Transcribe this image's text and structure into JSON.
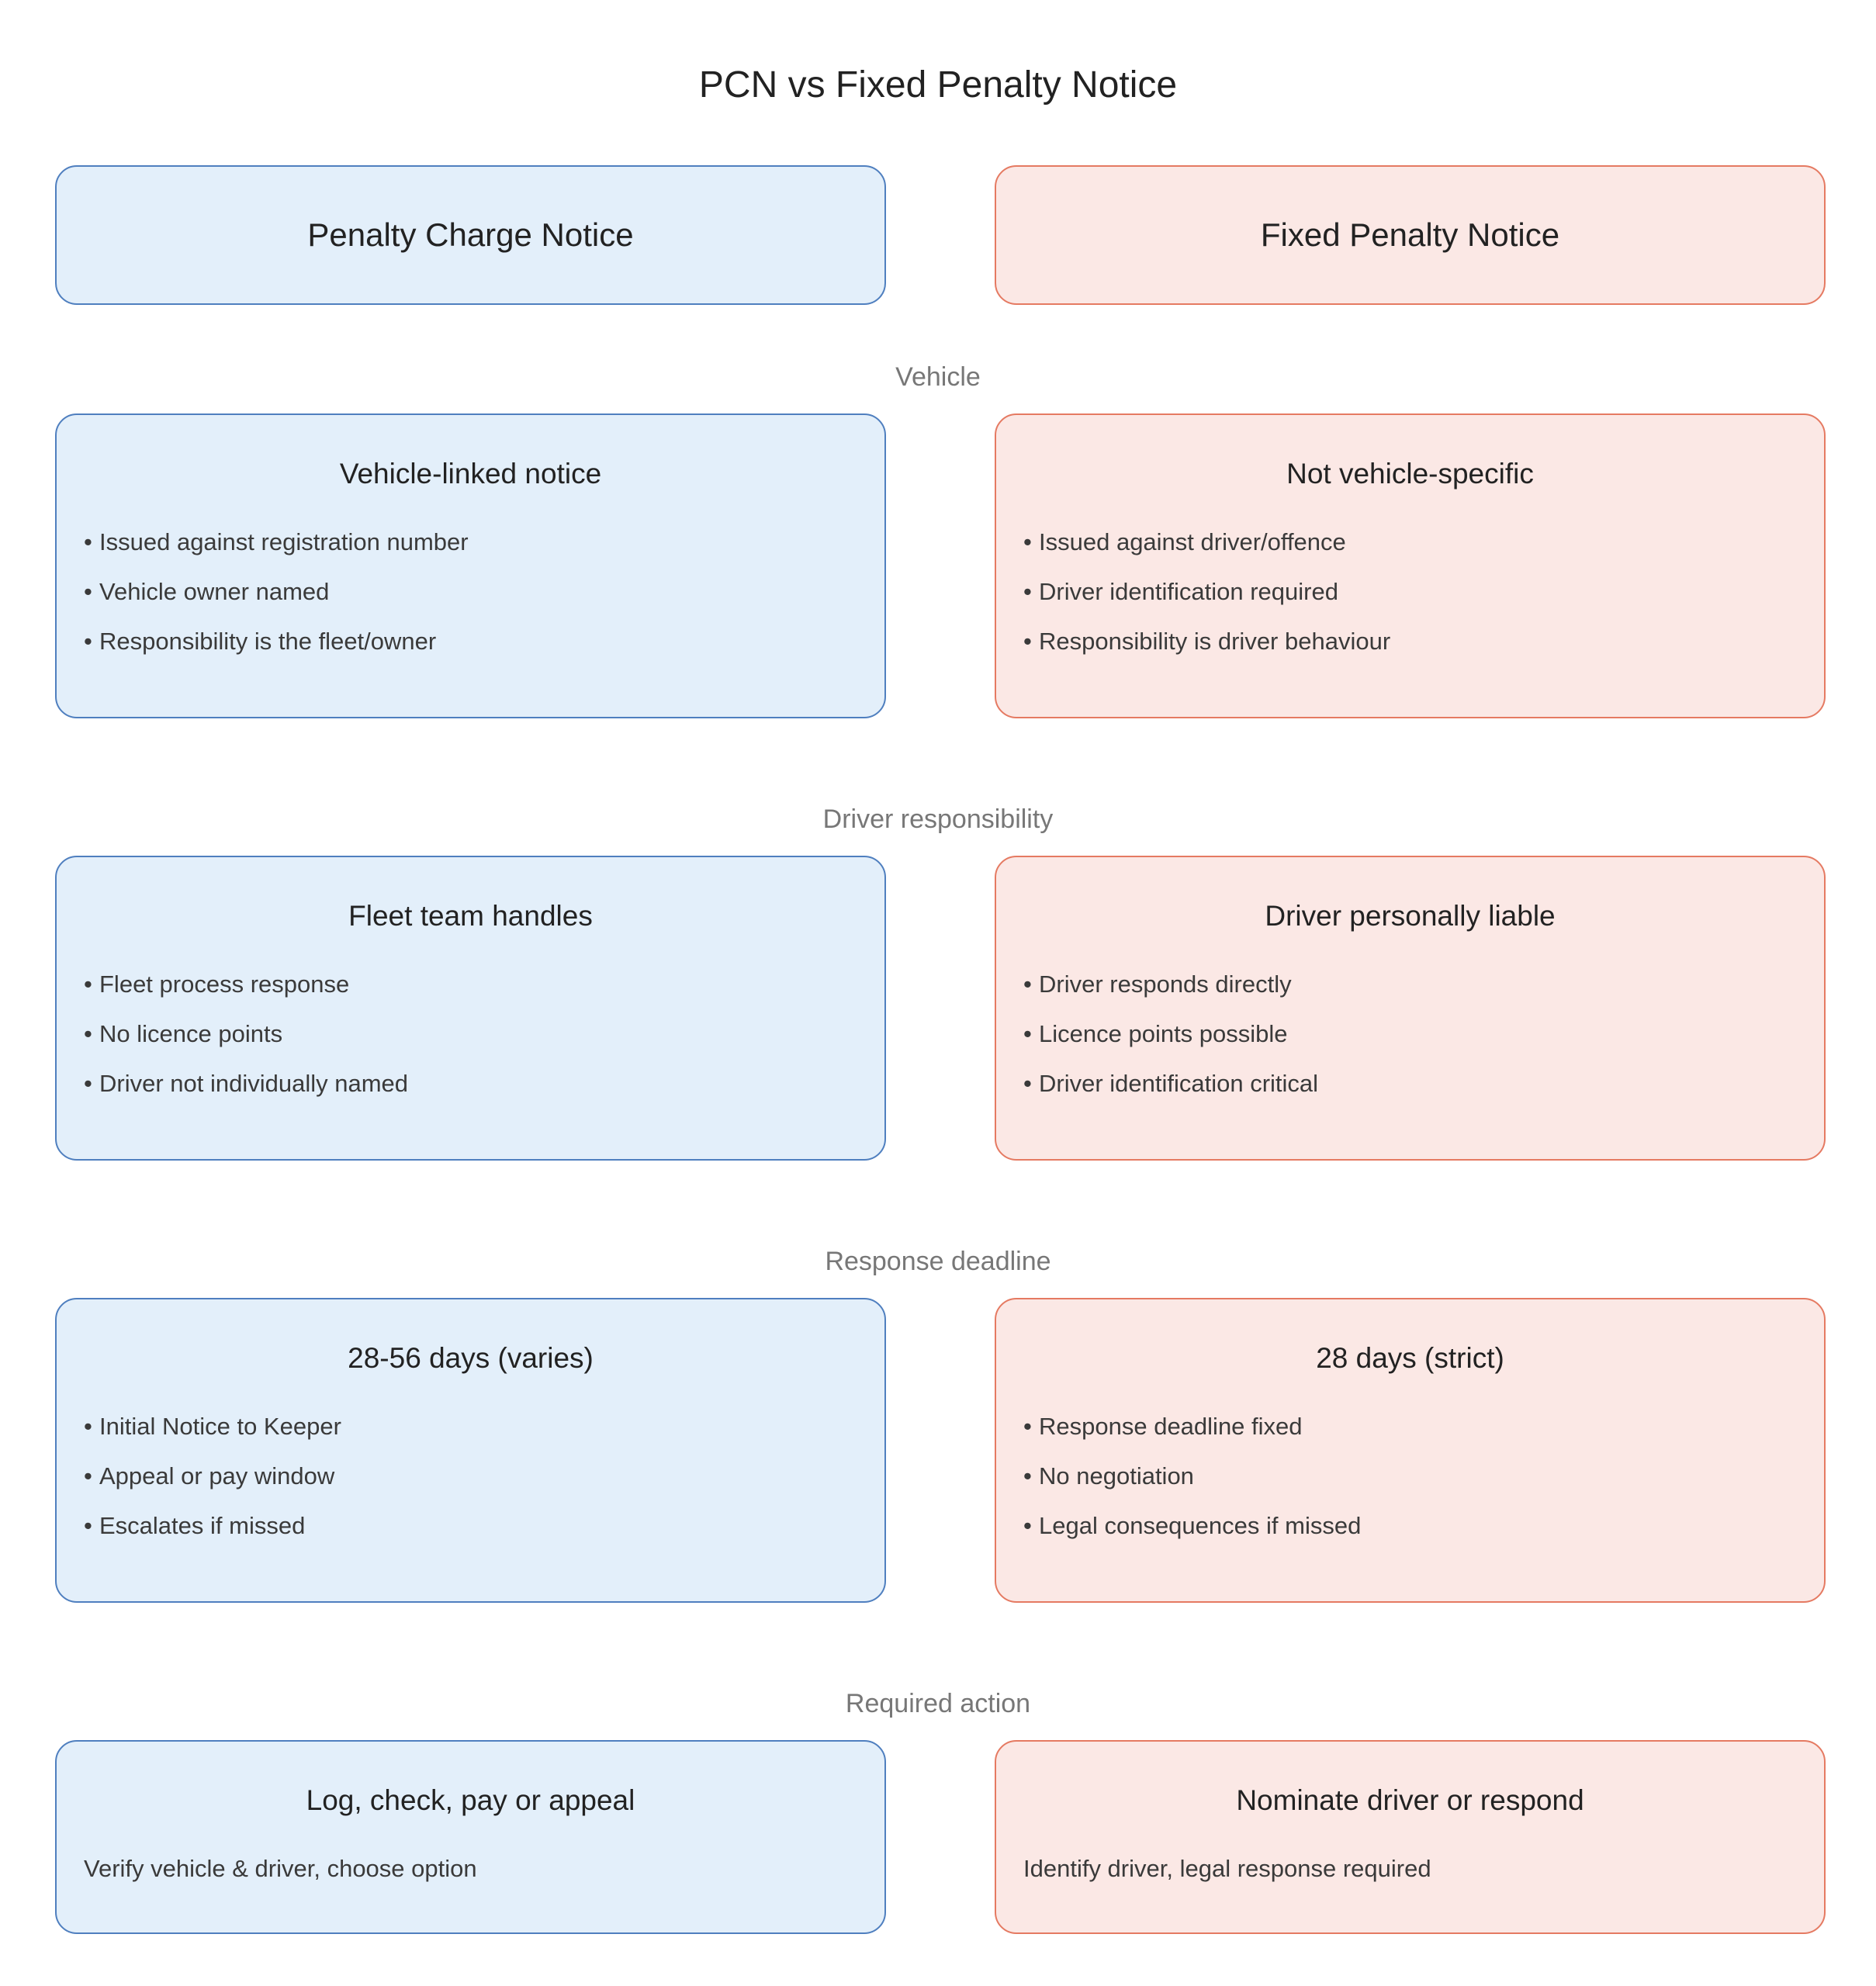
{
  "title": "PCN vs Fixed Penalty Notice",
  "columns": {
    "left": "Penalty Charge Notice",
    "right": "Fixed Penalty Notice"
  },
  "colors": {
    "pcn_fill": "#e3effa",
    "pcn_border": "#4f7fbf",
    "fpn_fill": "#fbe8e5",
    "fpn_border": "#e57a62"
  },
  "sections": [
    {
      "label": "Vehicle",
      "left": {
        "title": "Vehicle-linked notice",
        "bullets": [
          "Issued against registration number",
          "Vehicle owner named",
          "Responsibility is the fleet/owner"
        ]
      },
      "right": {
        "title": "Not vehicle-specific",
        "bullets": [
          "Issued against driver/offence",
          "Driver identification required",
          "Responsibility is driver behaviour"
        ]
      }
    },
    {
      "label": "Driver responsibility",
      "left": {
        "title": "Fleet team handles",
        "bullets": [
          "Fleet process response",
          "No licence points",
          "Driver not individually named"
        ]
      },
      "right": {
        "title": "Driver personally liable",
        "bullets": [
          "Driver responds directly",
          "Licence points possible",
          "Driver identification critical"
        ]
      }
    },
    {
      "label": "Response deadline",
      "left": {
        "title": "28-56 days (varies)",
        "bullets": [
          "Initial Notice to Keeper",
          "Appeal or pay window",
          "Escalates if missed"
        ]
      },
      "right": {
        "title": "28 days (strict)",
        "bullets": [
          "Response deadline fixed",
          "No negotiation",
          "Legal consequences if missed"
        ]
      }
    },
    {
      "label": "Required action",
      "left": {
        "title": "Log, check, pay or appeal",
        "note": "Verify vehicle & driver, choose option"
      },
      "right": {
        "title": "Nominate driver or respond",
        "note": "Identify driver, legal response required"
      }
    }
  ]
}
